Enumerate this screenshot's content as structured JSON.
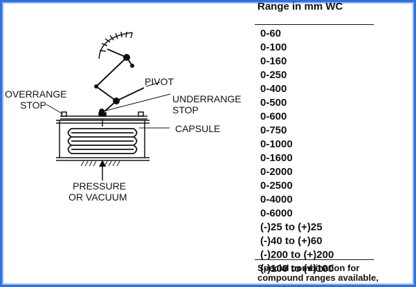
{
  "diagram": {
    "labels": {
      "pivot": "PIVOT",
      "overrange_stop_line1": "OVERRANGE",
      "overrange_stop_line2": "STOP",
      "underrange_stop_line1": "UNDERRANGE",
      "underrange_stop_line2": "STOP",
      "capsule": "CAPSULE",
      "pressure_vacuum_line1": "PRESSURE",
      "pressure_vacuum_line2": "OR VACUUM"
    }
  },
  "ranges": {
    "header": "Range in mm WC",
    "items": [
      "0-60",
      "0-100",
      "0-160",
      "0-250",
      "0-400",
      "0-500",
      "0-600",
      "0-750",
      "0-1000",
      "0-1600",
      "0-2000",
      "0-2500",
      "0-4000",
      "0-6000",
      "(-)25 to (+)25",
      "(-)40 to (+)60",
      "(-)200 to (+)200",
      "(-)100 to (+)100"
    ],
    "note_line1": "Special combination for",
    "note_line2": "compound ranges available,"
  },
  "colors": {
    "frame_border": "#2f6fe0",
    "frame_inner": "#8fb3ff"
  }
}
